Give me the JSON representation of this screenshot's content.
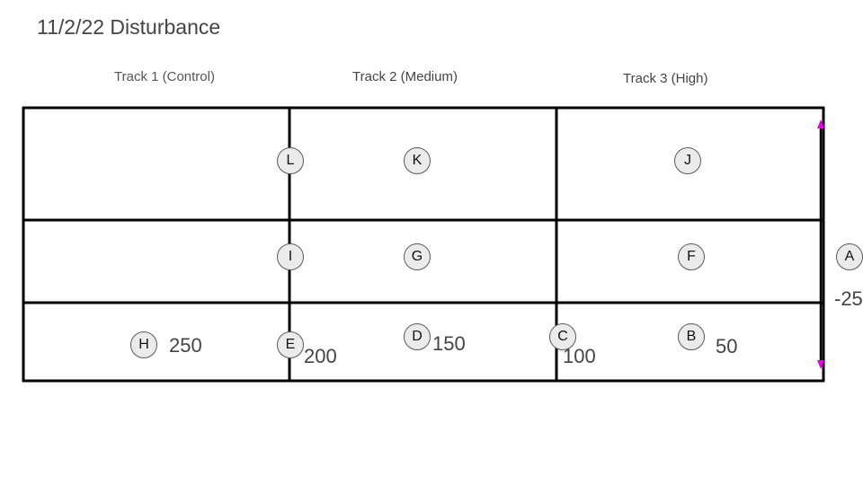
{
  "title": "11/2/22 Disturbance",
  "tracks": [
    {
      "label": "Track 1 (Control)"
    },
    {
      "label": "Track 2 (Medium)"
    },
    {
      "label": "Track 3 (High)"
    }
  ],
  "markers": {
    "L": "L",
    "K": "K",
    "J": "J",
    "I": "I",
    "G": "G",
    "F": "F",
    "A": "A",
    "H": "H",
    "E": "E",
    "D": "D",
    "C": "C",
    "B": "B"
  },
  "distances": {
    "d250": "250",
    "d200": "200",
    "d150": "150",
    "d100": "100",
    "d50": "50",
    "dneg25": "-25"
  },
  "colors": {
    "arrow": "#e000e0",
    "grid": "#000000",
    "marker_fill": "#ebebeb"
  }
}
